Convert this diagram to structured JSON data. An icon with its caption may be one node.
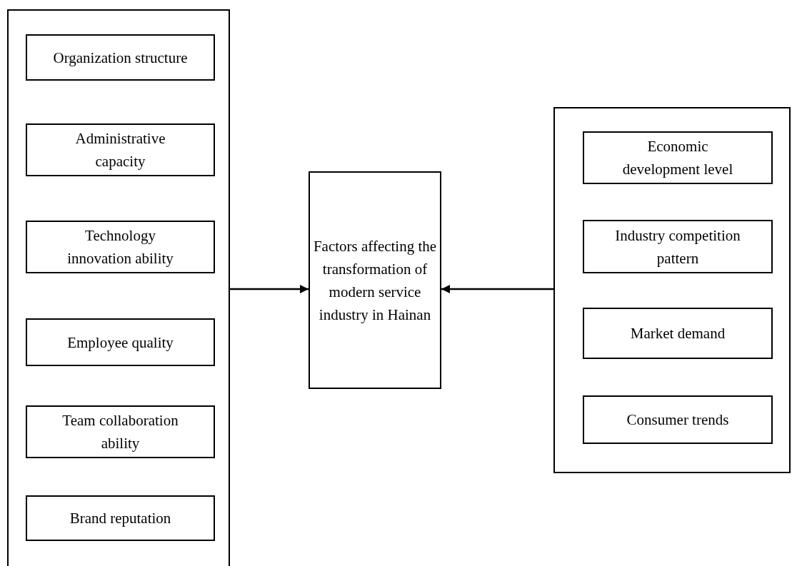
{
  "diagram": {
    "nodes": [
      {
        "text": [],
        "shape": "box"
      },
      {
        "text": [
          "Organization structure"
        ],
        "in": 0
      },
      {
        "text": [
          "Administrative capacity"
        ],
        "in": 0
      },
      {
        "text": [
          "Technology innovation ability"
        ],
        "in": 0
      },
      {
        "text": [
          "Employee quality"
        ],
        "in": 0
      },
      {
        "text": [
          "Team collaboration ability"
        ],
        "in": 0
      },
      {
        "text": [
          "Brand reputation"
        ],
        "in": 0
      },
      {
        "text": [
          "Factors affecting the transformation of modern service industry in Hainan"
        ]
      },
      {
        "text": [],
        "shape": "box"
      },
      {
        "text": [
          "Economic development level"
        ],
        "in": 8
      },
      {
        "text": [
          "Industry competition pattern"
        ],
        "in": 8
      },
      {
        "text": [
          "Market demand"
        ],
        "in": 8
      },
      {
        "text": [
          "Consumer trends"
        ],
        "in": 8
      }
    ],
    "edges": [
      {
        "from": 0,
        "to": 7,
        "arrow": "to"
      },
      {
        "from": 8,
        "to": 7,
        "arrow": "to"
      }
    ]
  }
}
